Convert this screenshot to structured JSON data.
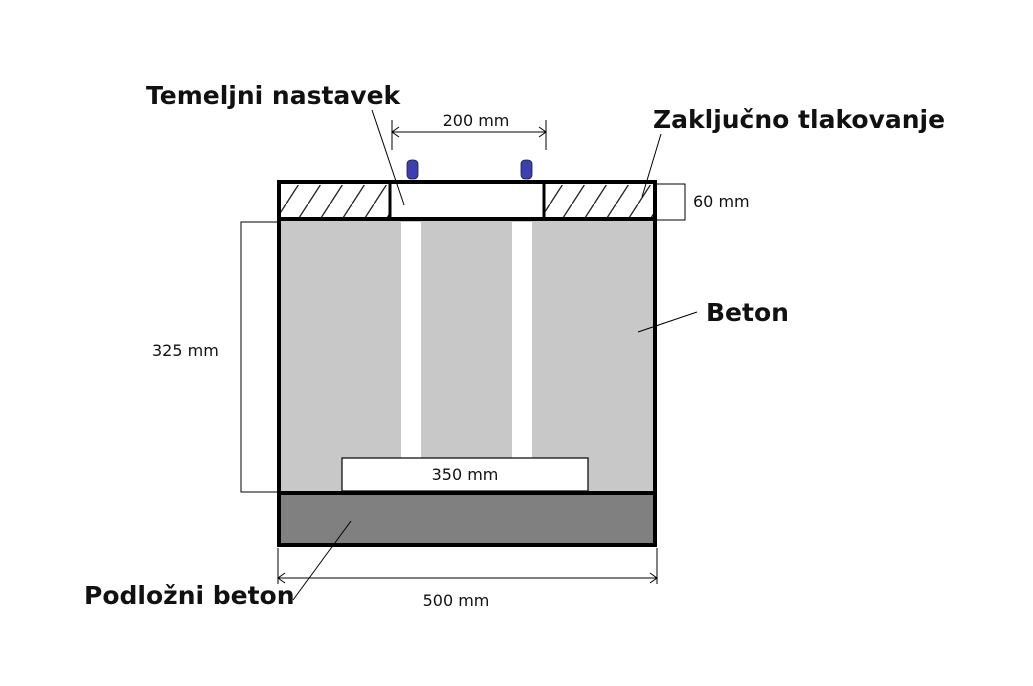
{
  "labels": {
    "foundation_extension": "Temeljni nastavek",
    "final_paving": "Zaključno tlakovanje",
    "concrete": "Beton",
    "base_concrete": "Podložni beton"
  },
  "dimensions": {
    "top_width": "200 mm",
    "paving_thickness": "60 mm",
    "concrete_height": "325 mm",
    "base_plate_width": "350 mm",
    "total_width": "500 mm"
  },
  "colors": {
    "concrete": "#c8c8c8",
    "base_concrete": "#808080",
    "outline": "#000000",
    "bolt": "#3b3fb0",
    "hatch": "#222222"
  }
}
